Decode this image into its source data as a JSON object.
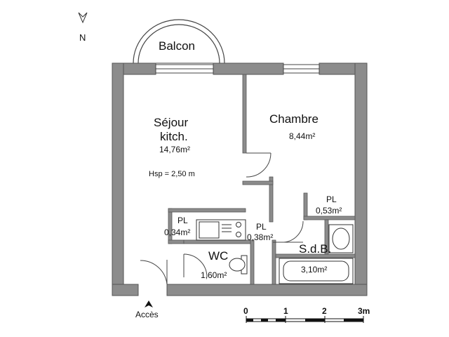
{
  "compass": {
    "letter": "N"
  },
  "rooms": {
    "balcon": {
      "name": "Balcon"
    },
    "sejour": {
      "name_line1": "Séjour",
      "name_line2": "kitch.",
      "area": "14,76m²",
      "height_note": "Hsp = 2,50 m"
    },
    "chambre": {
      "name": "Chambre",
      "area": "8,44m²"
    },
    "pl_sejour": {
      "name": "PL",
      "area": "0,34m²"
    },
    "pl_center": {
      "name": "PL",
      "area": "0,38m²"
    },
    "pl_chambre": {
      "name": "PL",
      "area": "0,53m²"
    },
    "wc": {
      "name": "WC",
      "area": "1,60m²"
    },
    "sdb": {
      "name": "S.d.B.",
      "area": "3,10m²"
    }
  },
  "entrance": {
    "label": "Accès"
  },
  "scale_bar": {
    "ticks": [
      "0",
      "1",
      "2",
      "3m"
    ]
  },
  "colors": {
    "wall": "#8c8c8c",
    "wall_edge": "#555555",
    "line": "#333333"
  }
}
